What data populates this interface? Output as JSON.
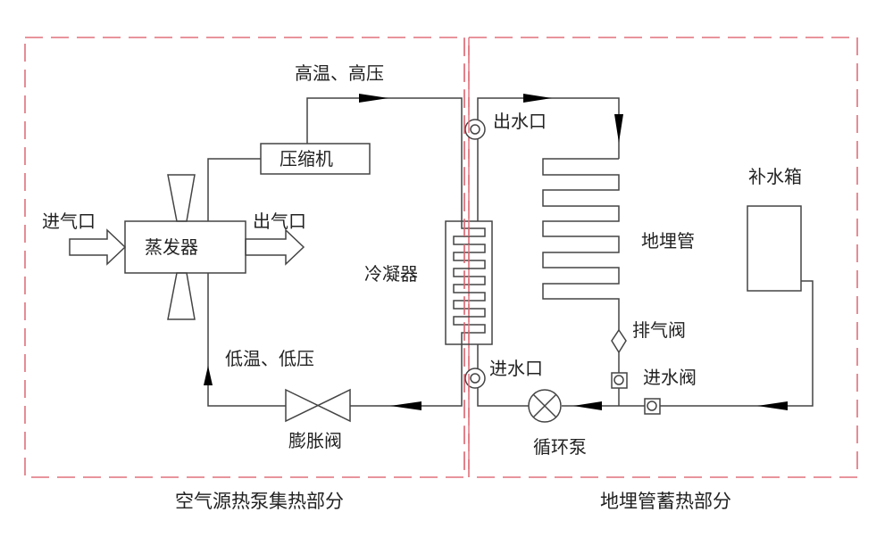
{
  "colors": {
    "line": "#444444",
    "boundary": "#e0707a",
    "arrow": "#000000"
  },
  "sections": {
    "left_title": "空气源热泵集热部分",
    "right_title": "地埋管蓄热部分"
  },
  "labels": {
    "high_temp_pressure": "高温、高压",
    "compressor": "压缩机",
    "air_inlet": "进气口",
    "air_outlet": "出气口",
    "evaporator": "蒸发器",
    "condenser": "冷凝器",
    "low_temp_pressure": "低温、低压",
    "expansion_valve": "膨胀阀",
    "water_outlet": "出水口",
    "water_inlet": "进水口",
    "buried_pipe": "地埋管",
    "exhaust_valve": "排气阀",
    "inlet_valve": "进水阀",
    "circulation_pump": "循环泵",
    "makeup_tank": "补水箱"
  },
  "icons": {
    "fan": "fan-blade-icon",
    "water_port": "circle-port-icon",
    "valve": "square-valve-icon",
    "pump": "pump-x-circle-icon",
    "expansion": "bowtie-valve-icon",
    "exhaust": "diamond-valve-icon"
  }
}
